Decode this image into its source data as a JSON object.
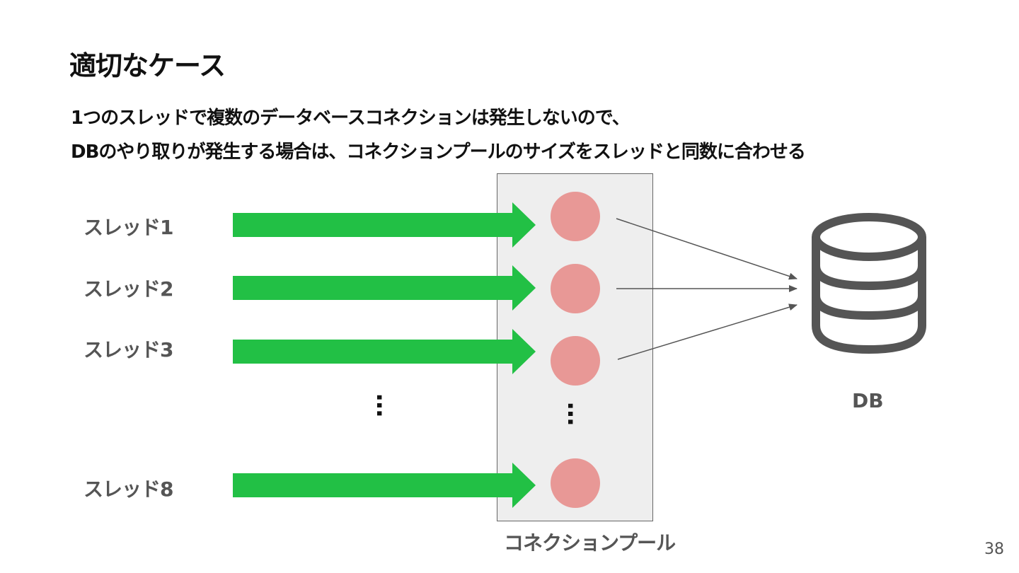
{
  "slide": {
    "title": "適切なケース",
    "description": [
      "1つのスレッドで複数のデータベースコネクションは発生しないので、",
      "DBのやり取りが発生する場合は、コネクションプールのサイズをスレッドと同数に合わせる"
    ],
    "page_number": "38"
  },
  "diagram": {
    "threads": [
      {
        "label": "スレッド1"
      },
      {
        "label": "スレッド2"
      },
      {
        "label": "スレッド3"
      },
      {
        "label": "スレッド8"
      }
    ],
    "ellipsis": "…",
    "pool_label": "コネクションプール",
    "db_label": "DB",
    "colors": {
      "arrow": "#22c045",
      "connection": "#e89896",
      "pool_background": "#eeeeee",
      "db_icon": "#555555",
      "line": "#555555"
    }
  }
}
